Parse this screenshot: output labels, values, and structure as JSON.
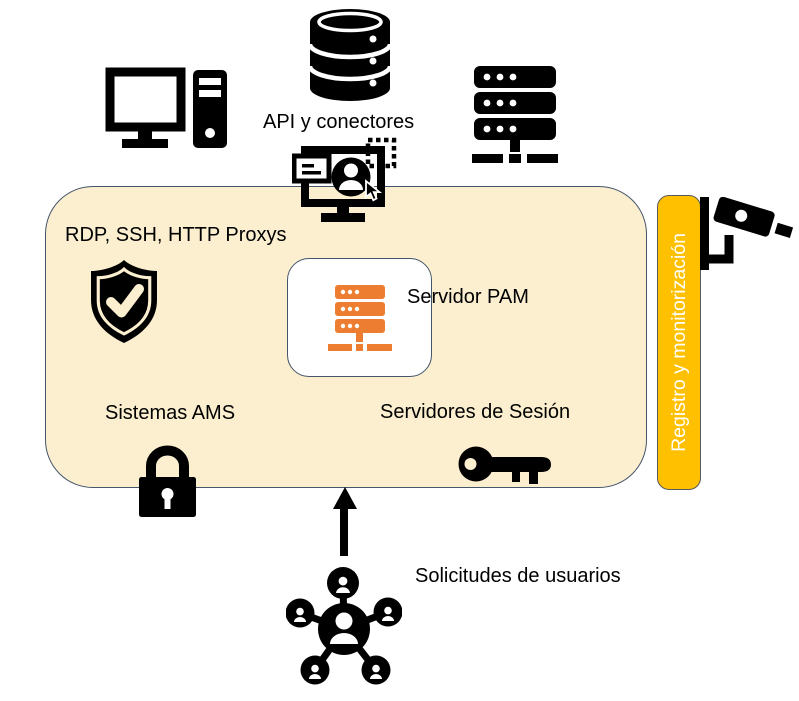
{
  "labels": {
    "api_connectors": "API y conectores",
    "proxys": "RDP, SSH, HTTP Proxys",
    "pam_server": "Servidor PAM",
    "ams_systems": "Sistemas AMS",
    "session_servers": "Servidores de Sesión",
    "logging_monitoring": "Registro y monitorización",
    "user_requests": "Solicitudes de usuarios"
  },
  "icons": [
    "desktop-computer-icon",
    "database-icon",
    "server-rack-icon",
    "monitor-user-access-icon",
    "shield-check-icon",
    "pam-server-icon",
    "padlock-icon",
    "key-icon",
    "cctv-camera-icon",
    "up-arrow-icon",
    "users-network-icon"
  ],
  "colors": {
    "zone_fill": "#FBEFD0",
    "zone_border": "#44546A",
    "pam_box_fill": "#FFFFFF",
    "server_orange": "#ED7D31",
    "monitor_bar_fill": "#FFC000",
    "monitor_bar_text": "#FFFFFF",
    "icon_black": "#000000"
  }
}
